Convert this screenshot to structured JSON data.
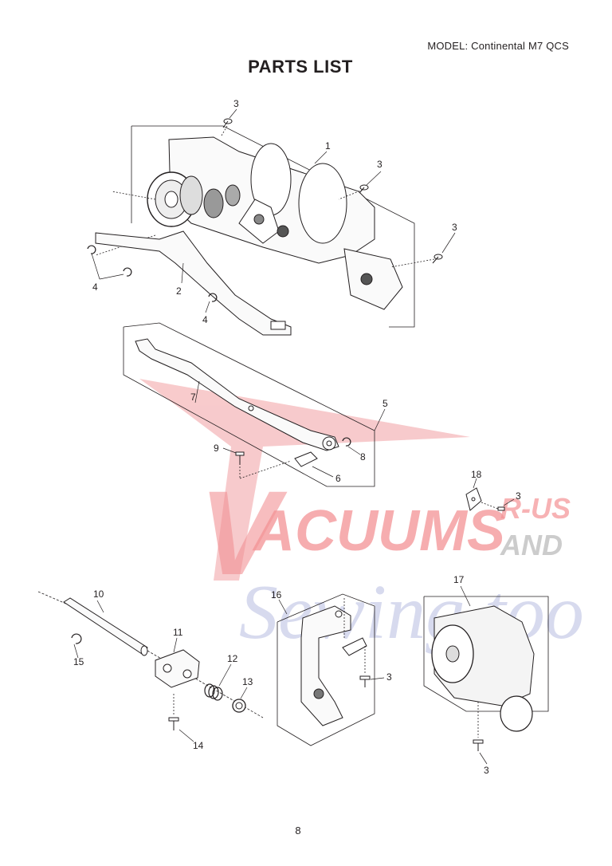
{
  "header": {
    "model": "MODEL: Continental M7 QCS",
    "title": "PARTS LIST"
  },
  "footer": {
    "page_number": "8"
  },
  "watermark": {
    "line1": "ACUUMS",
    "initial": "V",
    "rus": "R-US",
    "and": "AND",
    "line2": "Sewing too",
    "colors": {
      "red": "#e8383d",
      "gray": "#8a8a8a",
      "blue": "#7b85c9"
    }
  },
  "callouts": {
    "c1": "1",
    "c2": "2",
    "c3a": "3",
    "c3b": "3",
    "c3c": "3",
    "c3d": "3",
    "c3e": "3",
    "c3f": "3",
    "c4a": "4",
    "c4b": "4",
    "c5": "5",
    "c6": "6",
    "c7": "7",
    "c8": "8",
    "c9": "9",
    "c10": "10",
    "c11": "11",
    "c12": "12",
    "c13": "13",
    "c14": "14",
    "c15": "15",
    "c16": "16",
    "c17": "17",
    "c18": "18"
  }
}
